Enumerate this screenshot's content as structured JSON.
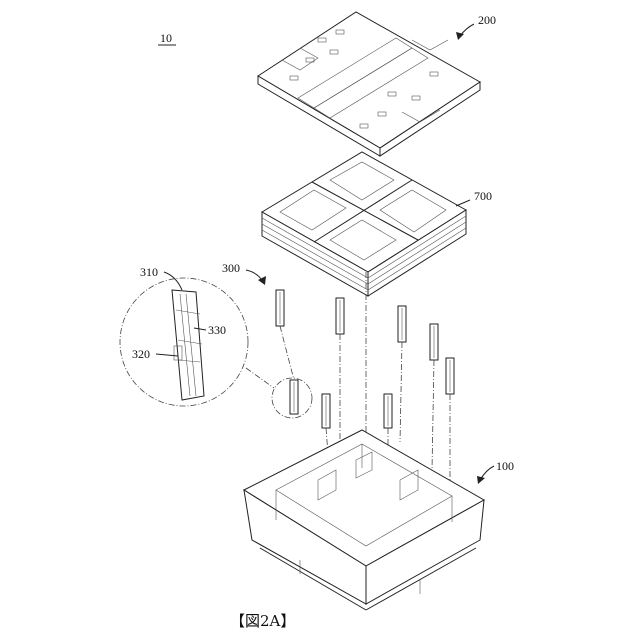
{
  "figure": {
    "caption": "【図2A】",
    "labels": {
      "assembly": "10",
      "top_cover": "200",
      "frame_stack": "700",
      "clip_group": "300",
      "clip_part_a": "310",
      "clip_part_b": "330",
      "clip_part_c": "320",
      "base_tray": "100"
    }
  }
}
